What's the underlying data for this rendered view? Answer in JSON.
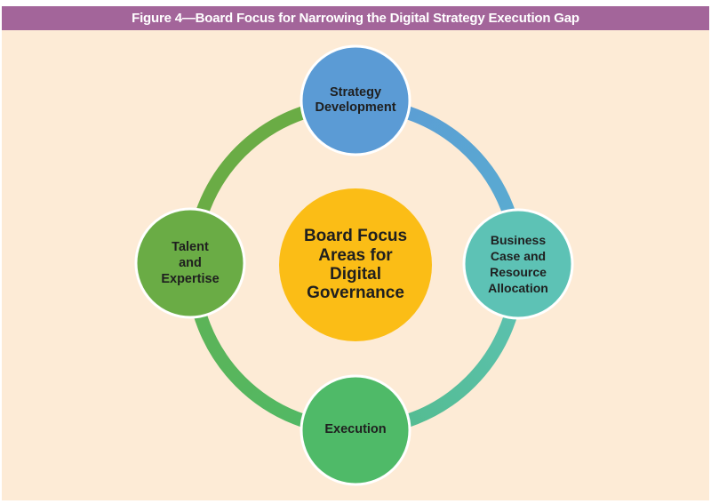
{
  "figure": {
    "title": "Figure 4—Board Focus for Narrowing the Digital Strategy Execution Gap"
  },
  "center": {
    "label": "Board Focus\nAreas for\nDigital\nGovernance",
    "color": "#fbbd16"
  },
  "nodes": [
    {
      "id": "strategy-development",
      "label": "Strategy\nDevelopment",
      "color": "#5b9bd5"
    },
    {
      "id": "business-case",
      "label": "Business\nCase and\nResource\nAllocation",
      "color": "#5dc2b5"
    },
    {
      "id": "execution",
      "label": "Execution",
      "color": "#4fba68"
    },
    {
      "id": "talent-expertise",
      "label": "Talent\nand\nExpertise",
      "color": "#6aac45"
    }
  ],
  "colors": {
    "header_bg": "#a3659a",
    "panel_bg": "#fdebd6",
    "node_border": "#ffffff"
  }
}
